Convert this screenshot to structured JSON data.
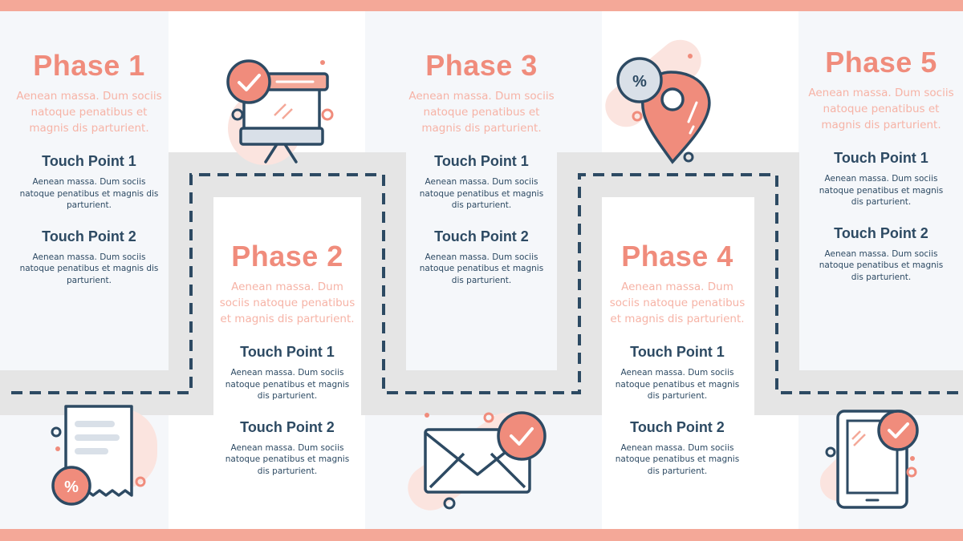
{
  "colors": {
    "accent": "#f08c7c",
    "accent_light": "#f6b3a6",
    "navy": "#2d4a63",
    "road": "#e5e5e5",
    "panel_light": "#f5f7fa"
  },
  "icons": [
    "presentation-board-check-icon",
    "map-pin-percent-icon",
    "receipt-percent-icon",
    "envelope-check-icon",
    "tablet-check-icon"
  ],
  "phases": [
    {
      "title": "Phase 1",
      "desc": "Aenean massa. Dum sociis natoque penatibus et magnis dis parturient.",
      "touch_points": [
        {
          "title": "Touch Point 1",
          "desc": "Aenean massa. Dum sociis natoque penatibus et magnis dis parturient."
        },
        {
          "title": "Touch Point 2",
          "desc": "Aenean massa. Dum sociis natoque penatibus et magnis dis parturient."
        }
      ]
    },
    {
      "title": "Phase 2",
      "desc": "Aenean massa. Dum sociis natoque penatibus et magnis dis parturient.",
      "touch_points": [
        {
          "title": "Touch Point 1",
          "desc": "Aenean massa. Dum sociis natoque penatibus et magnis dis parturient."
        },
        {
          "title": "Touch Point 2",
          "desc": "Aenean massa. Dum sociis natoque penatibus et magnis dis parturient."
        }
      ]
    },
    {
      "title": "Phase 3",
      "desc": "Aenean massa. Dum sociis natoque penatibus et magnis dis parturient.",
      "touch_points": [
        {
          "title": "Touch Point 1",
          "desc": "Aenean massa. Dum sociis natoque penatibus et magnis dis parturient."
        },
        {
          "title": "Touch Point 2",
          "desc": "Aenean massa. Dum sociis natoque penatibus et magnis dis parturient."
        }
      ]
    },
    {
      "title": "Phase 4",
      "desc": "Aenean massa. Dum sociis natoque penatibus et magnis dis parturient.",
      "touch_points": [
        {
          "title": "Touch Point 1",
          "desc": "Aenean massa. Dum sociis natoque penatibus et magnis dis parturient."
        },
        {
          "title": "Touch Point 2",
          "desc": "Aenean massa. Dum sociis natoque penatibus et magnis dis parturient."
        }
      ]
    },
    {
      "title": "Phase 5",
      "desc": "Aenean massa. Dum sociis natoque penatibus et magnis dis parturient.",
      "touch_points": [
        {
          "title": "Touch Point 1",
          "desc": "Aenean massa. Dum sociis natoque penatibus et magnis dis parturient."
        },
        {
          "title": "Touch Point 2",
          "desc": "Aenean massa. Dum sociis natoque penatibus et magnis dis parturient."
        }
      ]
    }
  ]
}
